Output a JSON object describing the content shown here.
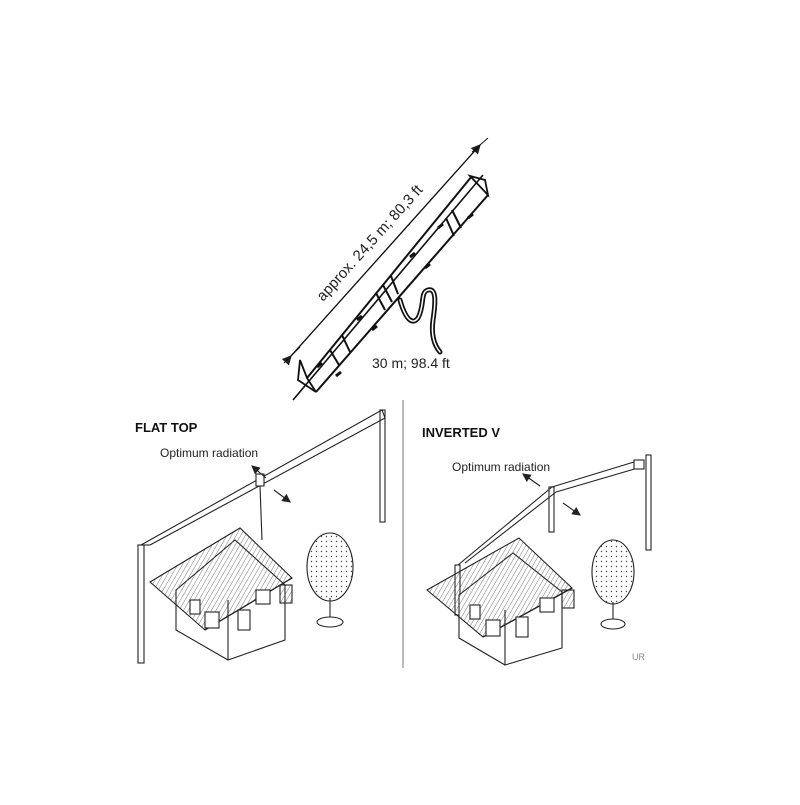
{
  "antenna": {
    "length_label": "approx. 24,5 m; 80,3 ft",
    "cable_label": "30 m; 98.4 ft"
  },
  "flat_top": {
    "title": "FLAT TOP",
    "radiation_label": "Optimum radiation"
  },
  "inverted_v": {
    "title": "INVERTED V",
    "radiation_label": "Optimum radiation"
  },
  "credit": "UR"
}
